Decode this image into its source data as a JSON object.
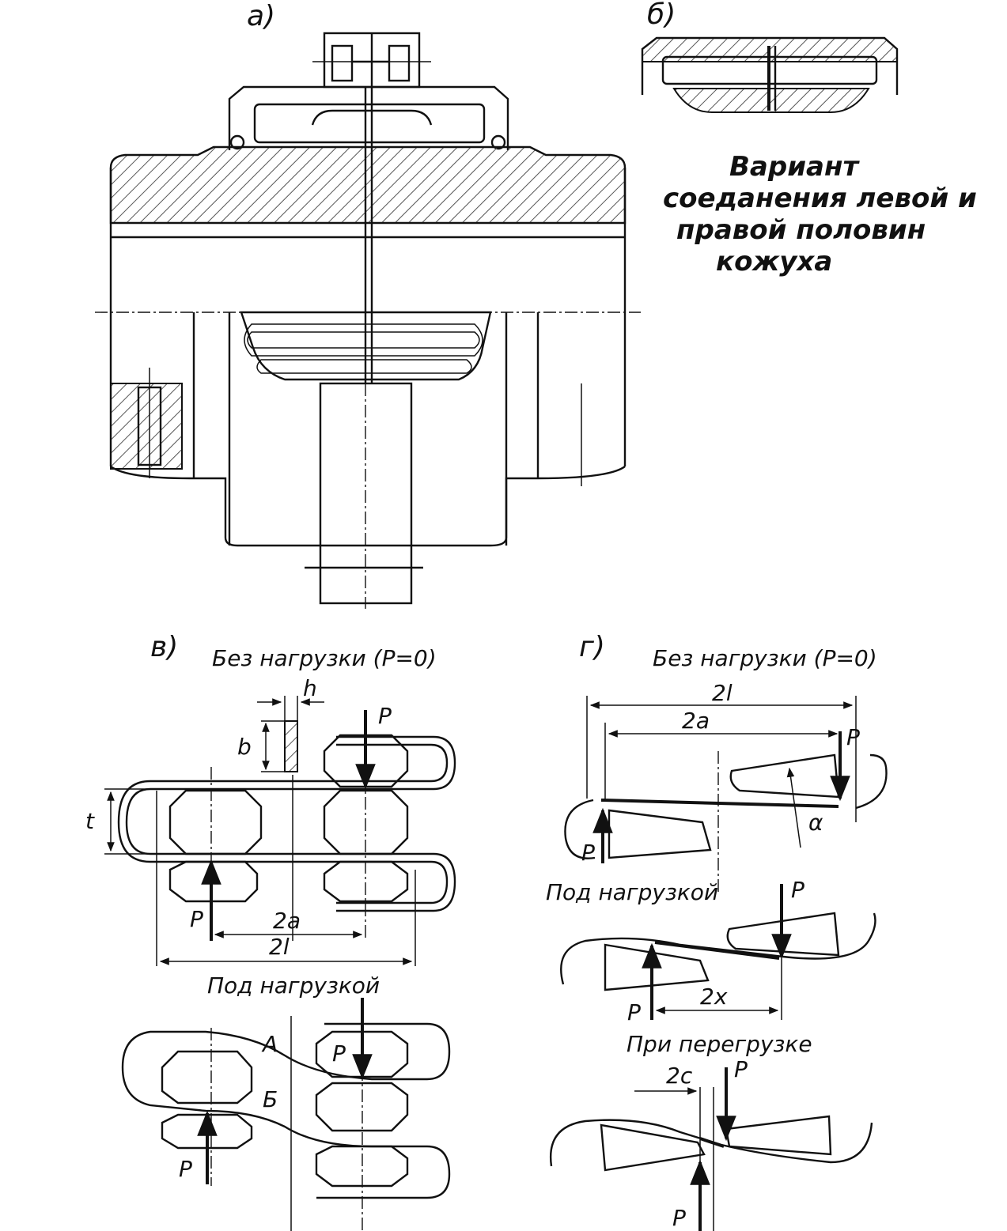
{
  "panels": {
    "a": {
      "label": "а)"
    },
    "b": {
      "label": "б)",
      "note_lines": [
        "Вариант",
        "соеданения левой и",
        "правой половин",
        "кожуха"
      ]
    },
    "v": {
      "label": "в)",
      "no_load": "Без нагрузки (P=0)",
      "under_load": "Под нагрузкой",
      "dims": {
        "h": "h",
        "b": "b",
        "t": "t",
        "a2": "2a",
        "l2": "2l",
        "P": "P",
        "A": "A",
        "B": "Б"
      }
    },
    "g": {
      "label": "г)",
      "no_load": "Без нагрузки (P=0)",
      "under_load": "Под нагрузкой",
      "overload": "При перегрузке",
      "dims": {
        "l2": "2l",
        "a2": "2a",
        "x2": "2x",
        "c2": "2c",
        "P": "P",
        "alpha": "α"
      }
    }
  },
  "colors": {
    "ink": "#111111",
    "hatch": "#555555",
    "paper": "#ffffff"
  }
}
